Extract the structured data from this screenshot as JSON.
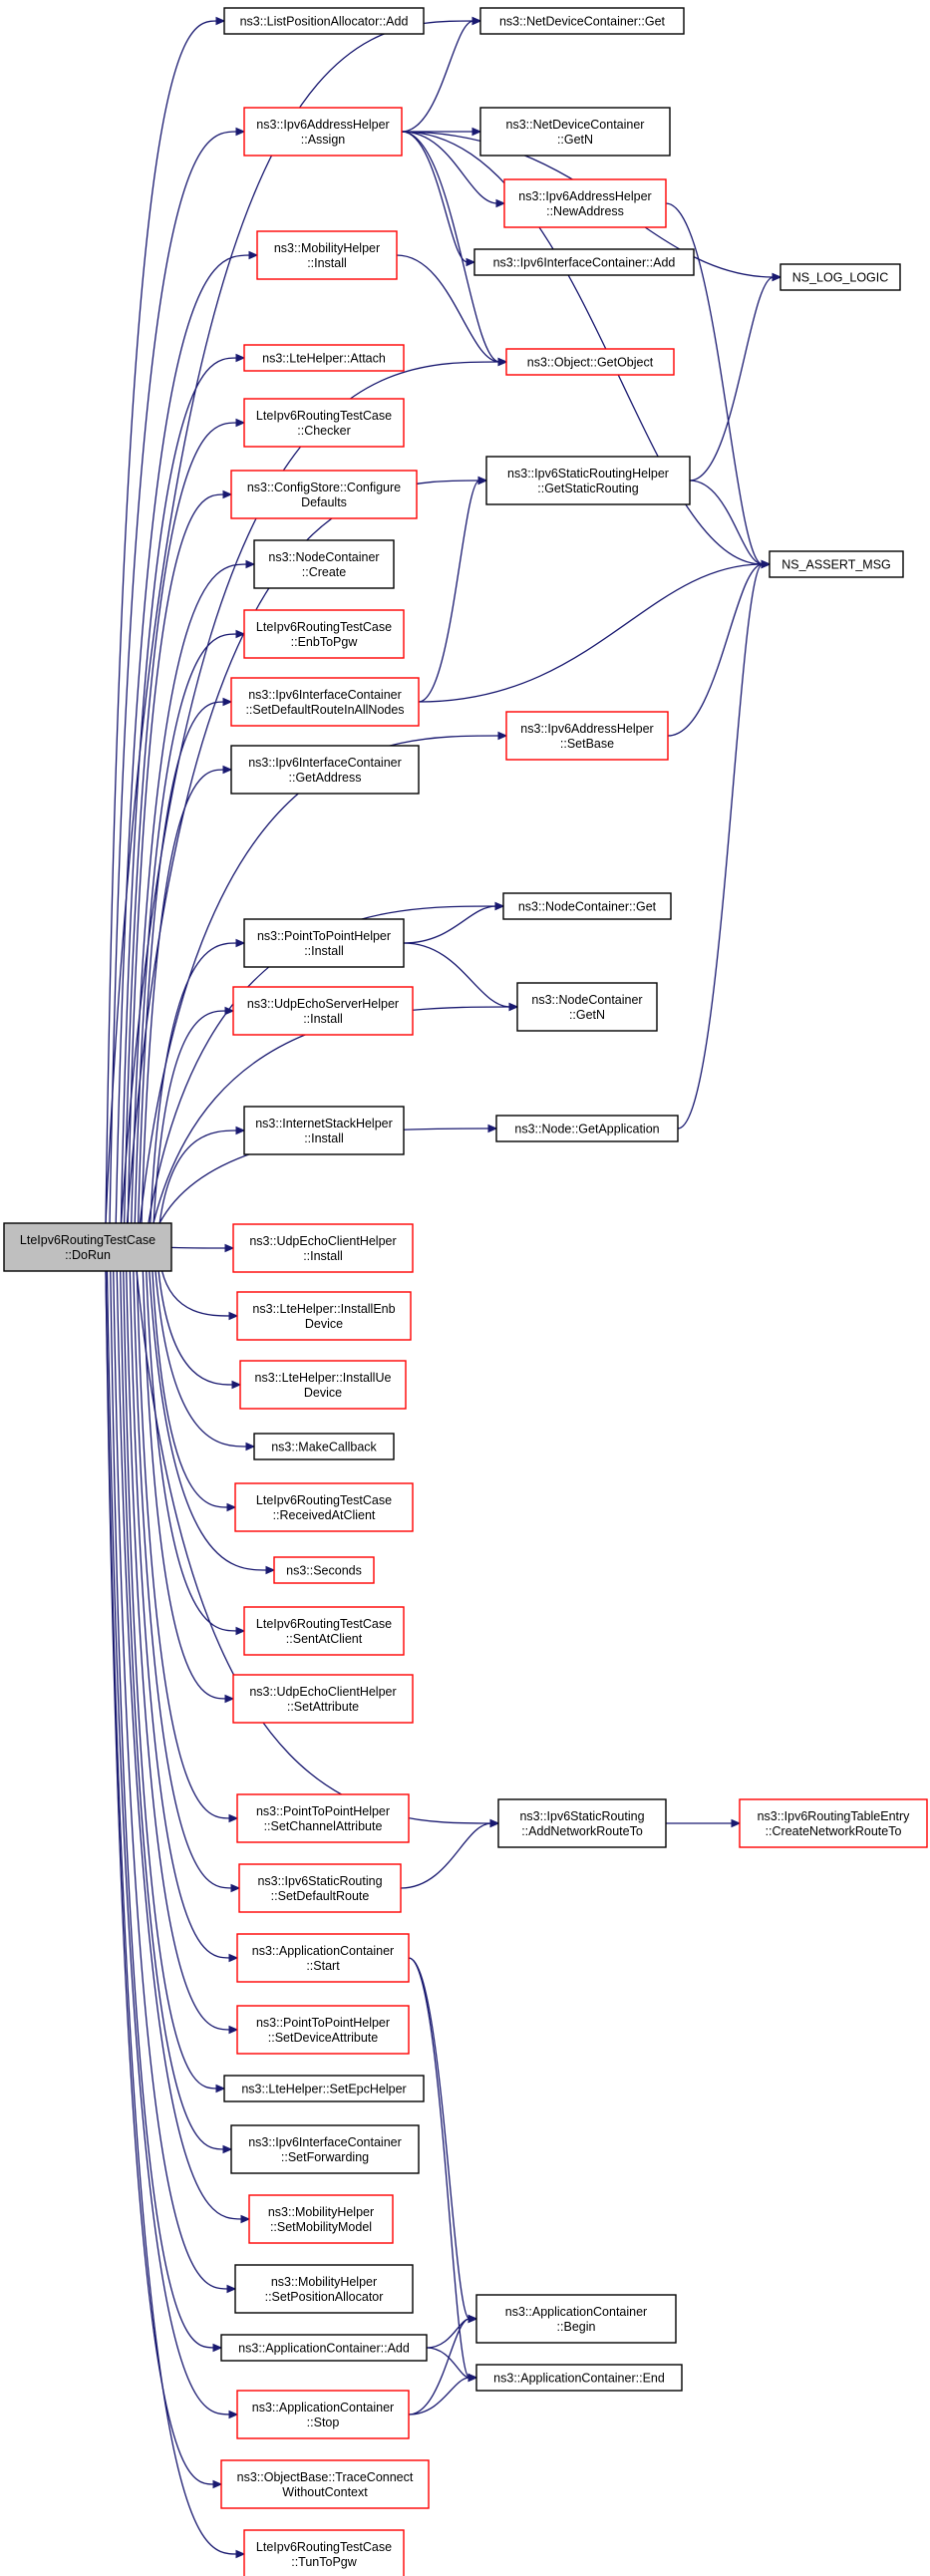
{
  "root": {
    "id": "root",
    "lines": [
      "LteIpv6RoutingTestCase",
      "::DoRun"
    ]
  },
  "nodes": [
    {
      "id": "lpa_add",
      "lines": [
        "ns3::ListPositionAllocator::Add"
      ],
      "border": "black"
    },
    {
      "id": "ndc_get",
      "lines": [
        "ns3::NetDeviceContainer::Get"
      ],
      "border": "black"
    },
    {
      "id": "v6addr_assign",
      "lines": [
        "ns3::Ipv6AddressHelper",
        "::Assign"
      ],
      "border": "red"
    },
    {
      "id": "ndc_getn",
      "lines": [
        "ns3::NetDeviceContainer",
        "::GetN"
      ],
      "border": "black"
    },
    {
      "id": "v6addr_newaddr",
      "lines": [
        "ns3::Ipv6AddressHelper",
        "::NewAddress"
      ],
      "border": "red"
    },
    {
      "id": "mob_install",
      "lines": [
        "ns3::MobilityHelper",
        "::Install"
      ],
      "border": "red"
    },
    {
      "id": "v6ic_add",
      "lines": [
        "ns3::Ipv6InterfaceContainer::Add"
      ],
      "border": "black"
    },
    {
      "id": "ns_log_logic",
      "lines": [
        "NS_LOG_LOGIC"
      ],
      "border": "black"
    },
    {
      "id": "lte_attach",
      "lines": [
        "ns3::LteHelper::Attach"
      ],
      "border": "red"
    },
    {
      "id": "obj_getobject",
      "lines": [
        "ns3::Object::GetObject"
      ],
      "border": "red"
    },
    {
      "id": "checker",
      "lines": [
        "LteIpv6RoutingTestCase",
        "::Checker"
      ],
      "border": "red"
    },
    {
      "id": "configstore",
      "lines": [
        "ns3::ConfigStore::Configure",
        "Defaults"
      ],
      "border": "red"
    },
    {
      "id": "v6srh_get",
      "lines": [
        "ns3::Ipv6StaticRoutingHelper",
        "::GetStaticRouting"
      ],
      "border": "black"
    },
    {
      "id": "nc_create",
      "lines": [
        "ns3::NodeContainer",
        "::Create"
      ],
      "border": "black"
    },
    {
      "id": "ns_assert_msg",
      "lines": [
        "NS_ASSERT_MSG"
      ],
      "border": "black"
    },
    {
      "id": "enbtopgw",
      "lines": [
        "LteIpv6RoutingTestCase",
        "::EnbToPgw"
      ],
      "border": "red"
    },
    {
      "id": "v6ic_setdefault",
      "lines": [
        "ns3::Ipv6InterfaceContainer",
        "::SetDefaultRouteInAllNodes"
      ],
      "border": "red"
    },
    {
      "id": "v6addr_setbase",
      "lines": [
        "ns3::Ipv6AddressHelper",
        "::SetBase"
      ],
      "border": "red"
    },
    {
      "id": "v6ic_getaddress",
      "lines": [
        "ns3::Ipv6InterfaceContainer",
        "::GetAddress"
      ],
      "border": "black"
    },
    {
      "id": "nc_get",
      "lines": [
        "ns3::NodeContainer::Get"
      ],
      "border": "black"
    },
    {
      "id": "p2p_install",
      "lines": [
        "ns3::PointToPointHelper",
        "::Install"
      ],
      "border": "black"
    },
    {
      "id": "udpserver_install",
      "lines": [
        "ns3::UdpEchoServerHelper",
        "::Install"
      ],
      "border": "red"
    },
    {
      "id": "nc_getn",
      "lines": [
        "ns3::NodeContainer",
        "::GetN"
      ],
      "border": "black"
    },
    {
      "id": "inet_install",
      "lines": [
        "ns3::InternetStackHelper",
        "::Install"
      ],
      "border": "black"
    },
    {
      "id": "node_getapp",
      "lines": [
        "ns3::Node::GetApplication"
      ],
      "border": "black"
    },
    {
      "id": "udpclient_install",
      "lines": [
        "ns3::UdpEchoClientHelper",
        "::Install"
      ],
      "border": "red"
    },
    {
      "id": "lte_installenb",
      "lines": [
        "ns3::LteHelper::InstallEnb",
        "Device"
      ],
      "border": "red"
    },
    {
      "id": "lte_installue",
      "lines": [
        "ns3::LteHelper::InstallUe",
        "Device"
      ],
      "border": "red"
    },
    {
      "id": "makecallback",
      "lines": [
        "ns3::MakeCallback"
      ],
      "border": "black"
    },
    {
      "id": "receivedatclient",
      "lines": [
        "LteIpv6RoutingTestCase",
        "::ReceivedAtClient"
      ],
      "border": "red"
    },
    {
      "id": "seconds",
      "lines": [
        "ns3::Seconds"
      ],
      "border": "red"
    },
    {
      "id": "sentatclient",
      "lines": [
        "LteIpv6RoutingTestCase",
        "::SentAtClient"
      ],
      "border": "red"
    },
    {
      "id": "udpclient_setattr",
      "lines": [
        "ns3::UdpEchoClientHelper",
        "::SetAttribute"
      ],
      "border": "red"
    },
    {
      "id": "p2p_setchannel",
      "lines": [
        "ns3::PointToPointHelper",
        "::SetChannelAttribute"
      ],
      "border": "red"
    },
    {
      "id": "v6sr_addnet",
      "lines": [
        "ns3::Ipv6StaticRouting",
        "::AddNetworkRouteTo"
      ],
      "border": "black"
    },
    {
      "id": "v6rte_create",
      "lines": [
        "ns3::Ipv6RoutingTableEntry",
        "::CreateNetworkRouteTo"
      ],
      "border": "red"
    },
    {
      "id": "v6sr_setdefault",
      "lines": [
        "ns3::Ipv6StaticRouting",
        "::SetDefaultRoute"
      ],
      "border": "red"
    },
    {
      "id": "ac_start",
      "lines": [
        "ns3::ApplicationContainer",
        "::Start"
      ],
      "border": "red"
    },
    {
      "id": "p2p_setdevice",
      "lines": [
        "ns3::PointToPointHelper",
        "::SetDeviceAttribute"
      ],
      "border": "red"
    },
    {
      "id": "lte_setepc",
      "lines": [
        "ns3::LteHelper::SetEpcHelper"
      ],
      "border": "black"
    },
    {
      "id": "v6ic_setfwd",
      "lines": [
        "ns3::Ipv6InterfaceContainer",
        "::SetForwarding"
      ],
      "border": "black"
    },
    {
      "id": "mob_setmodel",
      "lines": [
        "ns3::MobilityHelper",
        "::SetMobilityModel"
      ],
      "border": "red"
    },
    {
      "id": "mob_setposalloc",
      "lines": [
        "ns3::MobilityHelper",
        "::SetPositionAllocator"
      ],
      "border": "black"
    },
    {
      "id": "ac_begin",
      "lines": [
        "ns3::ApplicationContainer",
        "::Begin"
      ],
      "border": "black"
    },
    {
      "id": "ac_add",
      "lines": [
        "ns3::ApplicationContainer::Add"
      ],
      "border": "black"
    },
    {
      "id": "ac_end",
      "lines": [
        "ns3::ApplicationContainer::End"
      ],
      "border": "black"
    },
    {
      "id": "ac_stop",
      "lines": [
        "ns3::ApplicationContainer",
        "::Stop"
      ],
      "border": "red"
    },
    {
      "id": "tracecon",
      "lines": [
        "ns3::ObjectBase::TraceConnect",
        "WithoutContext"
      ],
      "border": "red"
    },
    {
      "id": "tuntopgw",
      "lines": [
        "LteIpv6RoutingTestCase",
        "::TunToPgw"
      ],
      "border": "red"
    }
  ],
  "edges": [
    [
      "root",
      "lpa_add"
    ],
    [
      "root",
      "ndc_get"
    ],
    [
      "root",
      "v6addr_assign"
    ],
    [
      "root",
      "mob_install"
    ],
    [
      "root",
      "lte_attach"
    ],
    [
      "root",
      "checker"
    ],
    [
      "root",
      "configstore"
    ],
    [
      "root",
      "nc_create"
    ],
    [
      "root",
      "enbtopgw"
    ],
    [
      "root",
      "v6ic_setdefault"
    ],
    [
      "root",
      "v6ic_getaddress"
    ],
    [
      "root",
      "p2p_install"
    ],
    [
      "root",
      "udpserver_install"
    ],
    [
      "root",
      "inet_install"
    ],
    [
      "root",
      "udpclient_install"
    ],
    [
      "root",
      "lte_installenb"
    ],
    [
      "root",
      "lte_installue"
    ],
    [
      "root",
      "makecallback"
    ],
    [
      "root",
      "receivedatclient"
    ],
    [
      "root",
      "seconds"
    ],
    [
      "root",
      "sentatclient"
    ],
    [
      "root",
      "udpclient_setattr"
    ],
    [
      "root",
      "p2p_setchannel"
    ],
    [
      "root",
      "v6sr_setdefault"
    ],
    [
      "root",
      "ac_start"
    ],
    [
      "root",
      "p2p_setdevice"
    ],
    [
      "root",
      "lte_setepc"
    ],
    [
      "root",
      "v6ic_setfwd"
    ],
    [
      "root",
      "mob_setmodel"
    ],
    [
      "root",
      "mob_setposalloc"
    ],
    [
      "root",
      "ac_add"
    ],
    [
      "root",
      "ac_stop"
    ],
    [
      "root",
      "tracecon"
    ],
    [
      "root",
      "tuntopgw"
    ],
    [
      "root",
      "obj_getobject"
    ],
    [
      "root",
      "v6srh_get"
    ],
    [
      "root",
      "v6addr_setbase"
    ],
    [
      "root",
      "nc_get"
    ],
    [
      "root",
      "nc_getn"
    ],
    [
      "root",
      "node_getapp"
    ],
    [
      "root",
      "v6sr_addnet"
    ],
    [
      "v6addr_assign",
      "ndc_get"
    ],
    [
      "v6addr_assign",
      "ndc_getn"
    ],
    [
      "v6addr_assign",
      "v6addr_newaddr"
    ],
    [
      "v6addr_assign",
      "v6ic_add"
    ],
    [
      "v6addr_assign",
      "ns_log_logic"
    ],
    [
      "v6addr_assign",
      "obj_getobject"
    ],
    [
      "v6addr_assign",
      "ns_assert_msg"
    ],
    [
      "v6addr_newaddr",
      "ns_assert_msg"
    ],
    [
      "mob_install",
      "obj_getobject"
    ],
    [
      "v6srh_get",
      "ns_log_logic"
    ],
    [
      "v6srh_get",
      "ns_assert_msg"
    ],
    [
      "v6ic_setdefault",
      "v6srh_get"
    ],
    [
      "v6ic_setdefault",
      "ns_assert_msg"
    ],
    [
      "v6addr_setbase",
      "ns_assert_msg"
    ],
    [
      "p2p_install",
      "nc_get"
    ],
    [
      "p2p_install",
      "nc_getn"
    ],
    [
      "node_getapp",
      "ns_assert_msg"
    ],
    [
      "v6sr_addnet",
      "v6rte_create"
    ],
    [
      "v6sr_setdefault",
      "v6sr_addnet"
    ],
    [
      "ac_start",
      "ac_begin"
    ],
    [
      "ac_start",
      "ac_end"
    ],
    [
      "ac_add",
      "ac_begin"
    ],
    [
      "ac_add",
      "ac_end"
    ],
    [
      "ac_stop",
      "ac_begin"
    ],
    [
      "ac_stop",
      "ac_end"
    ]
  ]
}
